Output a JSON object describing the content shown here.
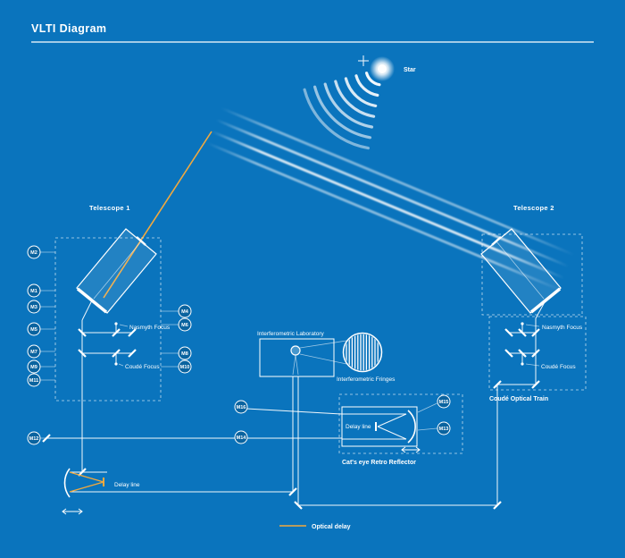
{
  "window": {
    "title": "VLTI Diagram"
  },
  "colors": {
    "background": "#0a74bd",
    "line": "#ffffff",
    "optical_delay": "#f2a93e"
  },
  "star": {
    "label": "Star"
  },
  "telescopes": {
    "t1": {
      "title": "Telescope 1",
      "nasmyth_focus": "Nasmyth Focus",
      "coude_focus": "Coudé Focus",
      "mirrors_left": [
        "M2",
        "M1",
        "M3",
        "M5",
        "M7",
        "M9",
        "M11"
      ],
      "mirrors_right": [
        "M4",
        "M6",
        "M8",
        "M10"
      ]
    },
    "t2": {
      "title": "Telescope 2",
      "nasmyth_focus": "Nasmyth Focus",
      "coude_focus": "Coudé Focus",
      "coude_train": "Coudé Optical Train"
    }
  },
  "beam_relay": {
    "m12": "M12",
    "m13": "M13",
    "m14": "M14",
    "m15": "M15",
    "m16": "M16"
  },
  "lab": {
    "title": "Interferometric Laboratory",
    "fringes": "Interferometric Fringes"
  },
  "delay_line_inset": {
    "box_label": "Delay line",
    "caption": "Cat's eye Retro Reflector"
  },
  "bottom_delay_line": {
    "label": "Delay line"
  },
  "legend": {
    "optical_delay": "Optical delay"
  }
}
